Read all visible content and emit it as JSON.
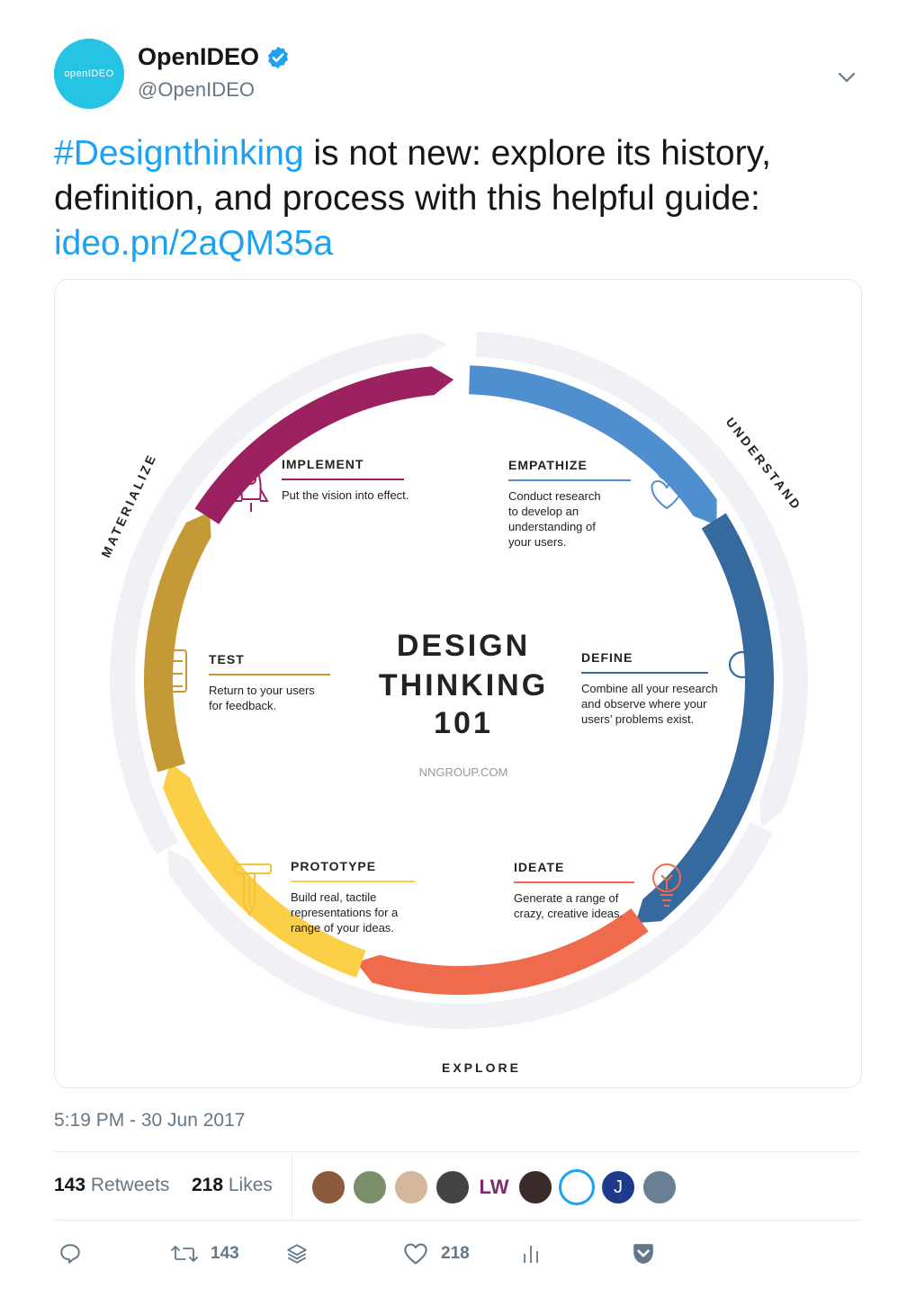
{
  "tweet": {
    "avatar_text": "openIDEO",
    "display_name": "OpenIDEO",
    "handle": "@OpenIDEO",
    "hashtag": "#Designthinking",
    "text_after_hashtag": " is not new: explore its history, definition, and process with this helpful guide: ",
    "link": "ideo.pn/2aQM35a",
    "timestamp": "5:19 PM - 30 Jun 2017"
  },
  "diagram": {
    "title_line1": "DESIGN",
    "title_line2": "THINKING",
    "title_line3": "101",
    "source": "NNGROUP.COM",
    "outer_labels": {
      "understand": "UNDERSTAND",
      "explore": "EXPLORE",
      "materialize": "MATERIALIZE"
    },
    "stages": {
      "empathize": {
        "title": "EMPATHIZE",
        "line1": "Conduct research",
        "line2": "to develop an",
        "line3": "understanding of",
        "line4": "your users."
      },
      "define": {
        "title": "DEFINE",
        "line1": "Combine all your research",
        "line2": "and observe where your",
        "line3": "users’ problems exist."
      },
      "ideate": {
        "title": "IDEATE",
        "line1": "Generate a range of",
        "line2": "crazy, creative ideas."
      },
      "prototype": {
        "title": "PROTOTYPE",
        "line1": "Build real, tactile",
        "line2": "representations for a",
        "line3": "range of your ideas."
      },
      "test": {
        "title": "TEST",
        "line1": "Return to your users",
        "line2": "for feedback."
      },
      "implement": {
        "title": "IMPLEMENT",
        "line1": "Put the vision into effect."
      }
    },
    "colors": {
      "empathize": "#4f8fcf",
      "define": "#36699e",
      "ideate": "#ee6b4d",
      "prototype": "#fbcf48",
      "test": "#c49a36",
      "implement": "#9b2160",
      "track": "#f0f1f5"
    }
  },
  "stats": {
    "retweets_count": "143",
    "retweets_label": " Retweets",
    "likes_count": "218",
    "likes_label": " Likes"
  },
  "actions": {
    "reply_icon": "reply-icon",
    "retweet_count": "143",
    "like_count": "218"
  }
}
